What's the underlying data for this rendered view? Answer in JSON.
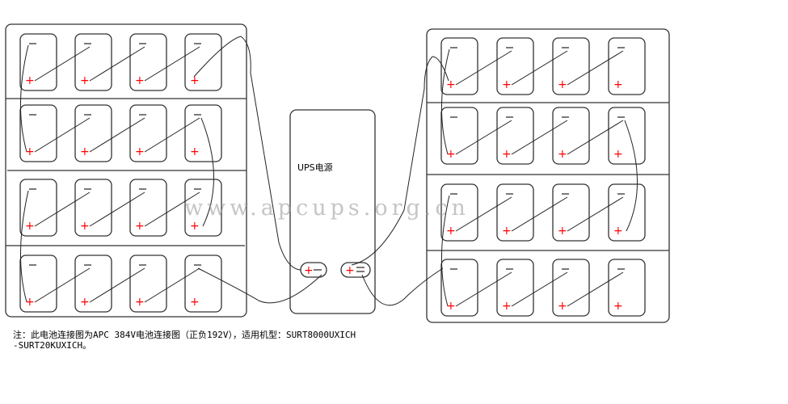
{
  "ups": {
    "label": "UPS电源",
    "terminal_left": {
      "plus": "+",
      "minus": "−"
    },
    "terminal_right": {
      "plus": "+",
      "minus": "−"
    }
  },
  "watermark": "www.apcups.org.cn",
  "note": {
    "line1": "注：此电池连接图为APC 384V电池连接图（正负192V），适用机型：SURT8000UXICH",
    "line2": "-SURT20KUXICH。"
  },
  "battery_terminal_labels": {
    "plus": "+",
    "minus": "—"
  },
  "colors": {
    "plus": "#ff0000",
    "stroke": "#333333"
  },
  "battery_banks": [
    {
      "name": "left-bank",
      "rows": 4,
      "cols": 4,
      "battery_count": 16
    },
    {
      "name": "right-bank",
      "rows": 4,
      "cols": 4,
      "battery_count": 16
    }
  ]
}
